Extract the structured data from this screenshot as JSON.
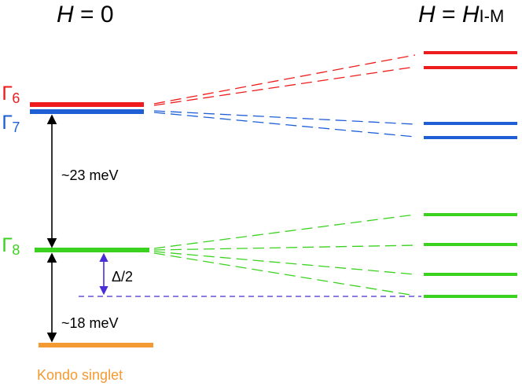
{
  "header": {
    "left_var": "H",
    "left_rest": " = 0",
    "right_var": "H",
    "right_mid": " = ",
    "right_var2": "H",
    "right_sub": "I-M"
  },
  "levels": {
    "gamma6": {
      "symbol": "Γ",
      "sub": "6",
      "color": "#ee1c1c"
    },
    "gamma7": {
      "symbol": "Γ",
      "sub": "7",
      "color": "#1f5fd6"
    },
    "gamma8": {
      "symbol": "Γ",
      "sub": "8",
      "color": "#3ad21f"
    },
    "kondo": {
      "label": "Kondo singlet",
      "color": "#f39a33"
    }
  },
  "annotations": {
    "gap_upper": "~23 meV",
    "gap_lower": "~18 meV",
    "delta": "Δ/2",
    "delta_color": "#4a2fd6"
  }
}
